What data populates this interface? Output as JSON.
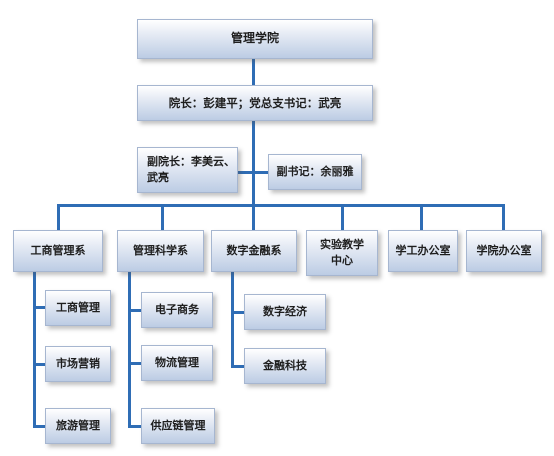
{
  "org": {
    "root": "管理学院",
    "leaders": "院长：彭建平；党总支书记：武亮",
    "vice_dean": "副院长：李美云、武亮",
    "vice_secretary": "副书记：余丽雅",
    "departments": [
      {
        "label": "工商管理系",
        "children": [
          "工商管理",
          "市场营销",
          "旅游管理"
        ]
      },
      {
        "label": "管理科学系",
        "children": [
          "电子商务",
          "物流管理",
          "供应链管理"
        ]
      },
      {
        "label": "数字金融系",
        "children": [
          "数字经济",
          "金融科技"
        ]
      },
      {
        "label": "实验教学中心",
        "children": []
      },
      {
        "label": "学工办公室",
        "children": []
      },
      {
        "label": "学院办公室",
        "children": []
      }
    ]
  },
  "colors": {
    "connector": "#2f6db5",
    "node_fill_top": "#ffffff",
    "node_fill_bottom": "#bccce4",
    "node_border": "#a6b6d0"
  }
}
